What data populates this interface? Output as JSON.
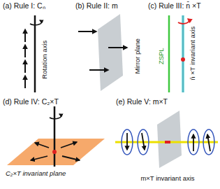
{
  "diagram": {
    "labels": [
      "(a) Rule I: Cₙ",
      "Rotation axis",
      "(b) Rule II: m",
      "Mirror plane",
      "(c) Rule III: n̄ ×T",
      "ZSPL",
      "n̄ ×T invariant axis",
      "(d) Rule IV: C₂×T",
      "C₂×T invariant plane",
      "(e) Rule V: m×T",
      "m×T invariant axis"
    ]
  }
}
